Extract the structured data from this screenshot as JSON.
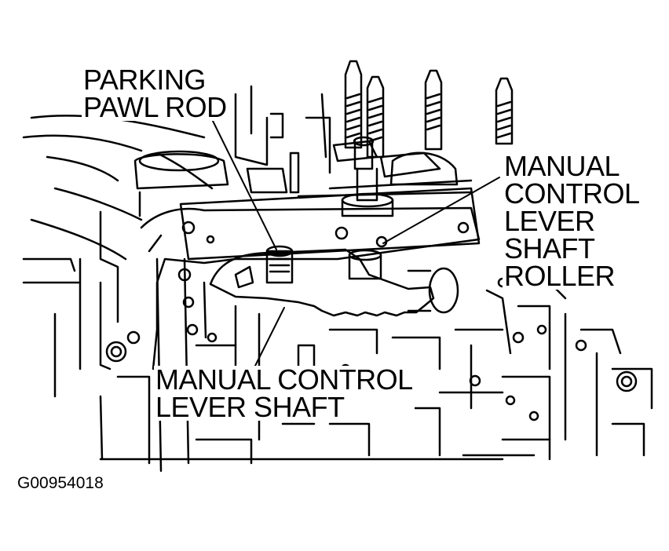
{
  "callouts": {
    "parking_pawl_rod": [
      "PARKING",
      "PAWL ROD"
    ],
    "manual_control_lever_shaft_roller": [
      "MANUAL",
      "CONTROL",
      "LEVER",
      "SHAFT",
      "ROLLER"
    ],
    "manual_control_lever_shaft": [
      "MANUAL CONTROL",
      "LEVER SHAFT"
    ]
  },
  "figure_id": "G00954018",
  "colors": {
    "ink": "#000000",
    "paper": "#ffffff"
  }
}
